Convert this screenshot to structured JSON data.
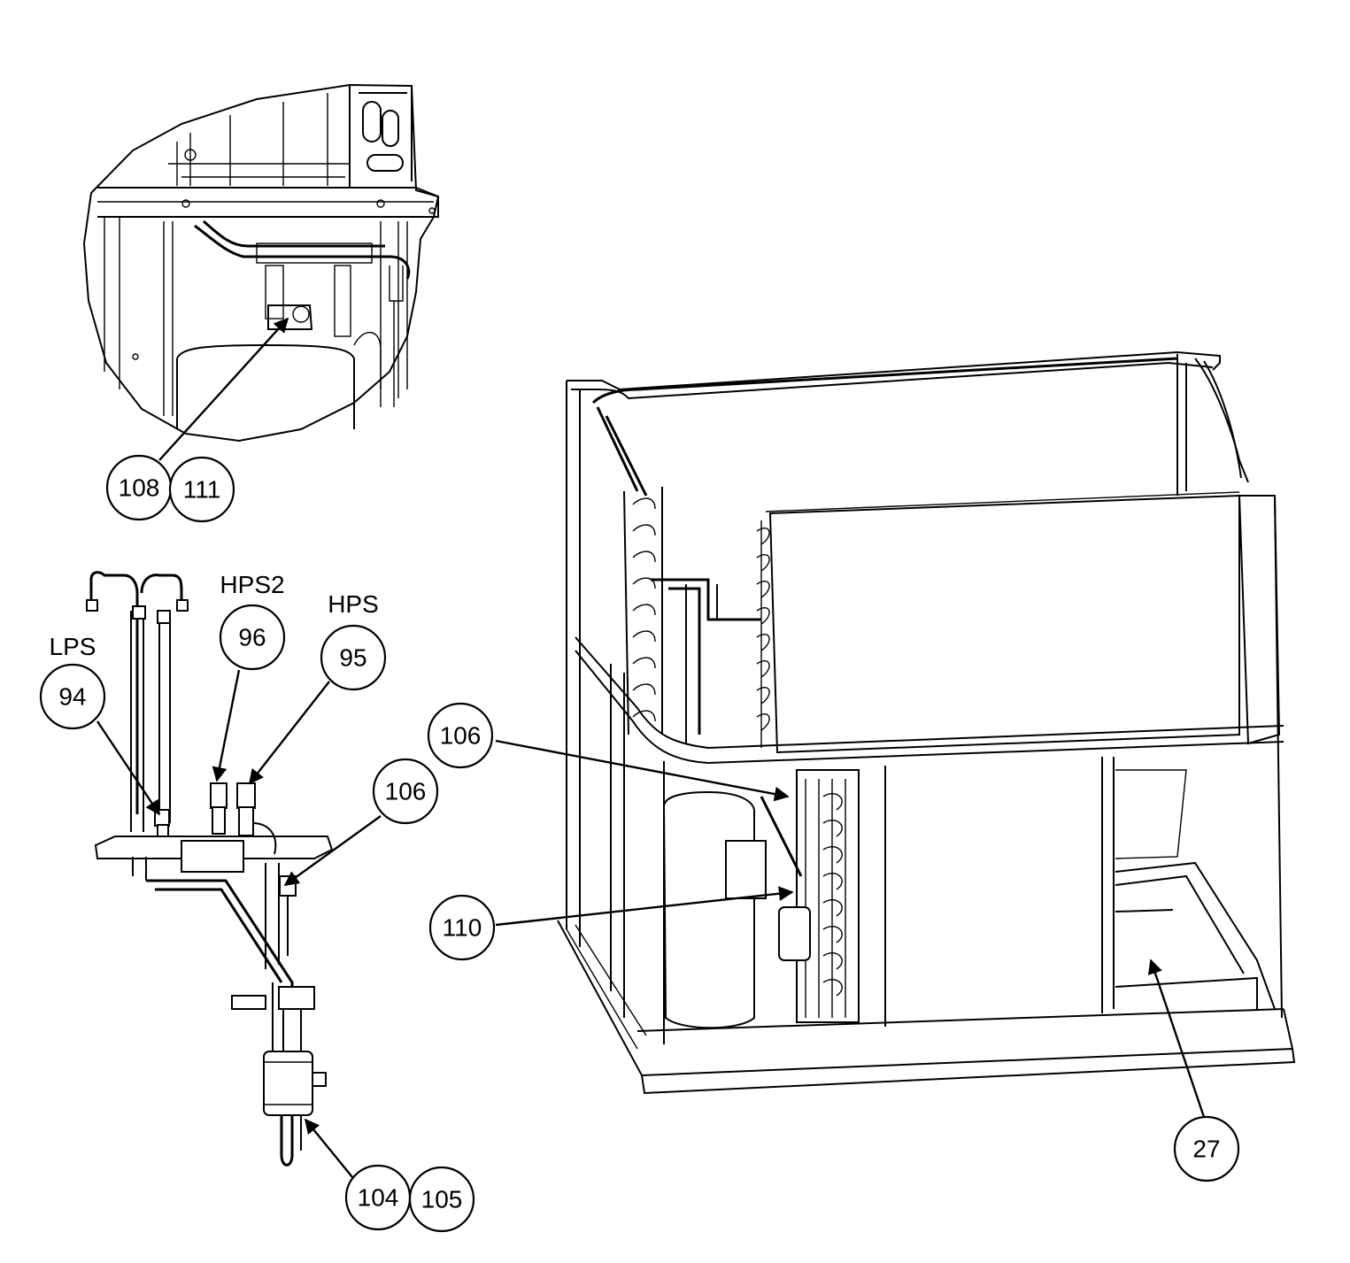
{
  "callouts": {
    "c108": "108",
    "c111": "111",
    "c94": "94",
    "c96": "96",
    "c95": "95",
    "c106a": "106",
    "c106b": "106",
    "c110": "110",
    "c104": "104",
    "c105": "105",
    "c27": "27"
  },
  "labels": {
    "lps": "LPS",
    "hps2": "HPS2",
    "hps": "HPS"
  }
}
